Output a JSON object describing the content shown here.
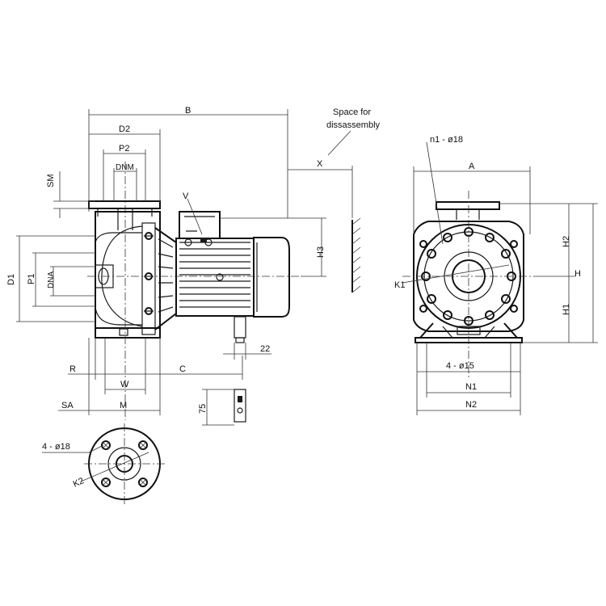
{
  "labels": {
    "b": "B",
    "d2": "D2",
    "p2": "P2",
    "dnm": "DNM",
    "sm": "SM",
    "v": "V",
    "h3": "H3",
    "d1": "D1",
    "p1": "P1",
    "dna": "DNA",
    "dim22": "22",
    "r": "R",
    "c": "C",
    "w": "W",
    "sa": "SA",
    "m": "M",
    "dim75": "75",
    "holes_4_18": "4 - ø18",
    "k2": "K2",
    "space_line1": "Space for",
    "space_line2": "dissassembly",
    "x": "X",
    "n1_18": "n1 - ø18",
    "a": "A",
    "h2": "H2",
    "h": "H",
    "h1": "H1",
    "k1": "K1",
    "holes_4_15": "4 - ø15",
    "n1": "N1",
    "n2": "N2"
  }
}
